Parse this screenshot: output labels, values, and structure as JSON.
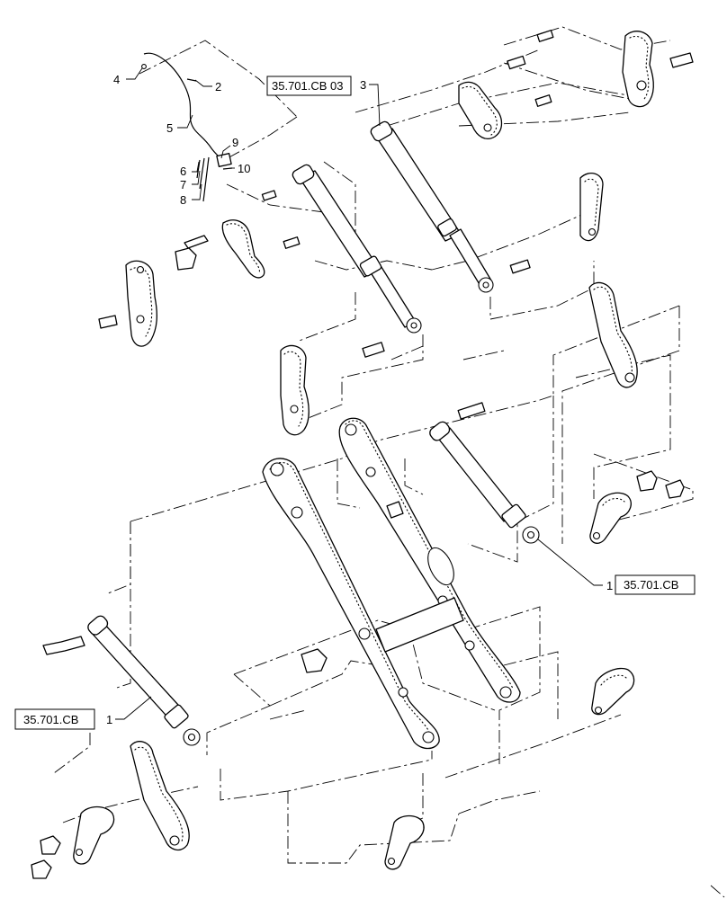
{
  "diagram": {
    "callouts": {
      "c1a": "1",
      "c1b": "1",
      "c2": "2",
      "c3": "3",
      "c4": "4",
      "c5": "5",
      "c6": "6",
      "c7": "7",
      "c8": "8",
      "c9": "9",
      "c10": "10"
    },
    "references": {
      "ref_top": "35.701.CB 03",
      "ref_right": "35.701.CB",
      "ref_left": "35.701.CB"
    }
  }
}
